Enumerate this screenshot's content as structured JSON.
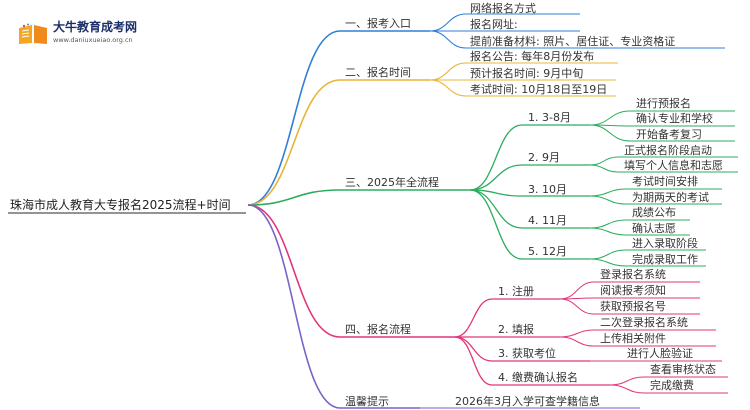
{
  "logo": {
    "name": "大牛教育成考网",
    "url": "www.daniuxueiao.org.cn"
  },
  "colors": {
    "blue": "#2f7fd6",
    "orange": "#e8b437",
    "green": "#2cad5e",
    "pink": "#e2367c",
    "purple": "#7b62c9"
  },
  "root": "珠海市成人教育大专报名2025流程+时间",
  "branches": {
    "b1": {
      "label": "一、报考入口",
      "items": [
        "网络报名方式",
        "报名网址:",
        "提前准备材料: 照片、居住证、专业资格证"
      ]
    },
    "b2": {
      "label": "二、报名时间",
      "items": [
        "报名公告: 每年8月份发布",
        "预计报名时间: 9月中旬",
        "考试时间: 10月18日至19日"
      ]
    },
    "b3": {
      "label": "三、2025年全流程",
      "groups": [
        {
          "label": "1. 3-8月",
          "items": [
            "进行预报名",
            "确认专业和学校",
            "开始备考复习"
          ]
        },
        {
          "label": "2. 9月",
          "items": [
            "正式报名阶段启动",
            "填写个人信息和志愿"
          ]
        },
        {
          "label": "3. 10月",
          "items": [
            "考试时间安排",
            "为期两天的考试"
          ]
        },
        {
          "label": "4. 11月",
          "items": [
            "成绩公布",
            "确认志愿"
          ]
        },
        {
          "label": "5. 12月",
          "items": [
            "进入录取阶段",
            "完成录取工作"
          ]
        }
      ]
    },
    "b4": {
      "label": "四、报名流程",
      "groups": [
        {
          "label": "1. 注册",
          "items": [
            "登录报名系统",
            "阅读报考须知",
            "获取预报名号"
          ]
        },
        {
          "label": "2. 填报",
          "items": [
            "二次登录报名系统",
            "上传相关附件"
          ]
        },
        {
          "label": "3. 获取考位",
          "items": [
            "进行人脸验证"
          ]
        },
        {
          "label": "4. 缴费确认报名",
          "items": [
            "查看审核状态",
            "完成缴费"
          ]
        }
      ]
    },
    "b5": {
      "label": "温馨提示",
      "items": [
        "2026年3月入学可查学籍信息"
      ]
    }
  }
}
